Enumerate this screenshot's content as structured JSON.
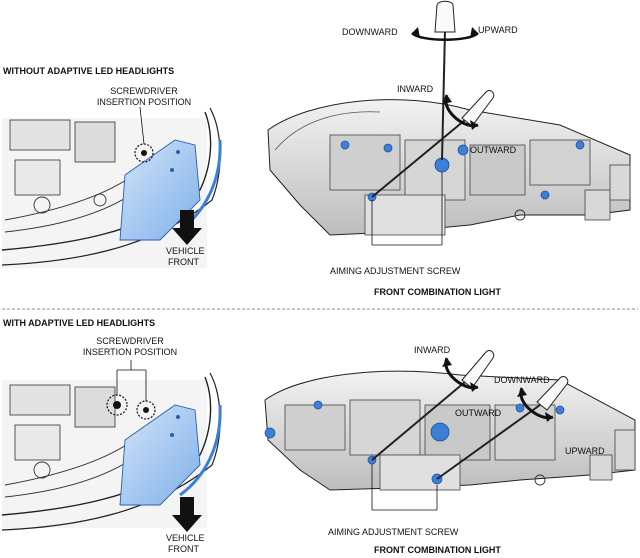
{
  "colors": {
    "highlight_blue": "#4f8fe0",
    "light_blue": "#bcd6f4",
    "line": "#222222",
    "metal_light": "#e7e7e7",
    "metal_dark": "#9a9a9a"
  },
  "top": {
    "heading": "WITHOUT ADAPTIVE LED HEADLIGHTS",
    "screwdriver_label_1": "SCREWDRIVER",
    "screwdriver_label_2": "INSERTION POSITION",
    "vehicle_1": "VEHICLE",
    "vehicle_2": "FRONT",
    "downward": "DOWNWARD",
    "upward": "UPWARD",
    "inward": "INWARD",
    "outward": "OUTWARD",
    "aiming": "AIMING ADJUSTMENT SCREW",
    "front_light": "FRONT COMBINATION LIGHT"
  },
  "bottom": {
    "heading": "WITH ADAPTIVE LED HEADLIGHTS",
    "screwdriver_label_1": "SCREWDRIVER",
    "screwdriver_label_2": "INSERTION POSITION",
    "vehicle_1": "VEHICLE",
    "vehicle_2": "FRONT",
    "inward": "INWARD",
    "downward": "DOWNWARD",
    "outward": "OUTWARD",
    "upward": "UPWARD",
    "aiming": "AIMING ADJUSTMENT SCREW",
    "front_light": "FRONT COMBINATION LIGHT"
  }
}
